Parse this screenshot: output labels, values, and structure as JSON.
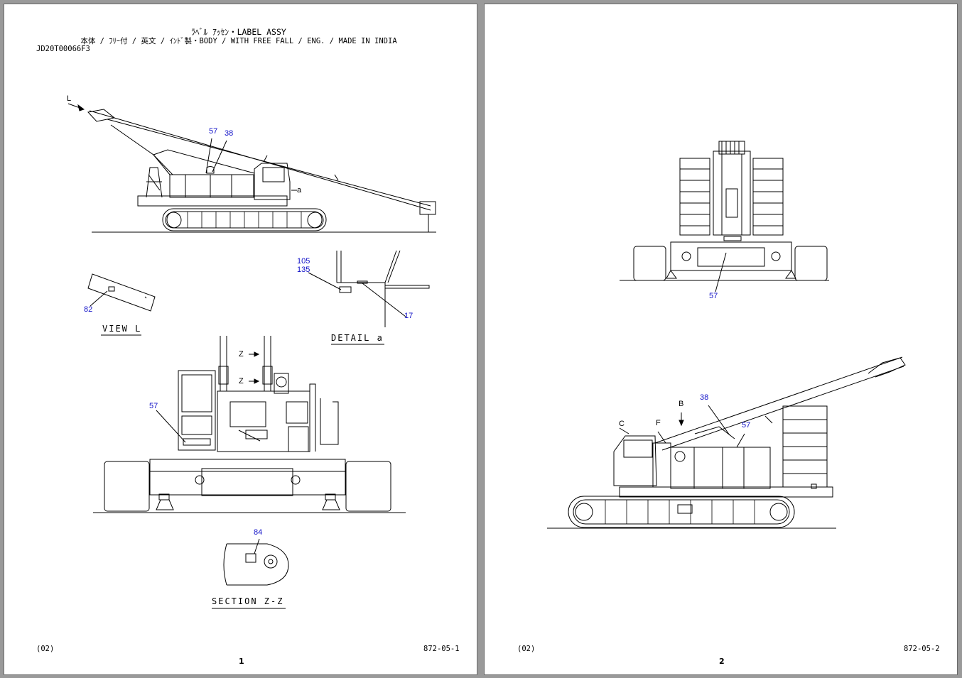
{
  "pages": [
    {
      "title": "ﾗﾍﾞﾙ ｱｯｾﾝ・LABEL ASSY",
      "subtitle": "本体 / ﾌﾘｰ付 / 英文 / ｲﾝﾄﾞ製・BODY / WITH FREE FALL / ENG. / MADE IN INDIA",
      "doc_id": "JD20T00066F3",
      "revision": "(02)",
      "ref": "872-05-1",
      "page_number": "1",
      "views": {
        "view_l": "VIEW L",
        "detail_a": "DETAIL a",
        "section_zz": "SECTION Z-Z"
      },
      "letters": {
        "l": "L",
        "a": "a",
        "z1": "Z",
        "z2": "Z"
      },
      "callouts": {
        "c57_side": "57",
        "c38_side": "38",
        "c105": "105",
        "c135": "135",
        "c82": "82",
        "c17": "17",
        "c57_front": "57",
        "c84": "84"
      }
    },
    {
      "revision": "(02)",
      "ref": "872-05-2",
      "page_number": "2",
      "letters": {
        "b": "B",
        "c": "C",
        "f": "F"
      },
      "callouts": {
        "c57_rear": "57",
        "c38_side": "38",
        "c57_side": "57"
      }
    }
  ],
  "colors": {
    "callout": "#1010c8",
    "line": "#000000",
    "paper": "#ffffff",
    "viewer_bg": "#9a9a9a"
  }
}
